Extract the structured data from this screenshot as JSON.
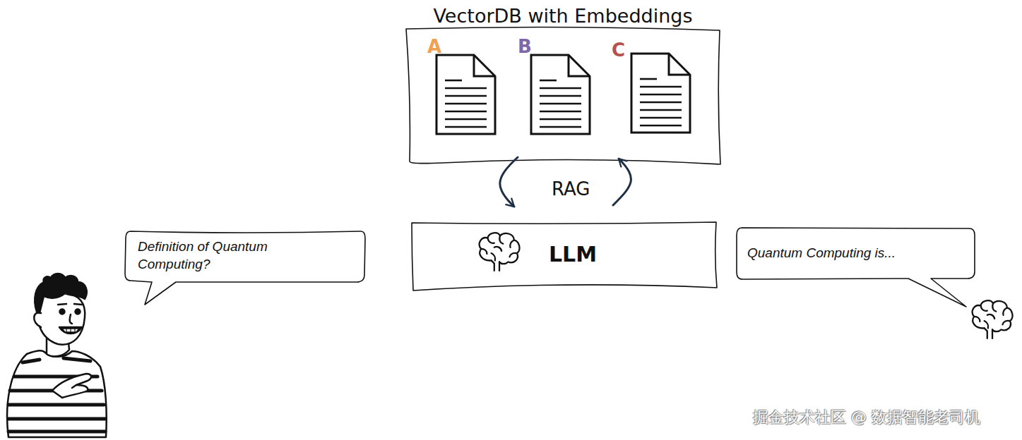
{
  "diagram": {
    "nodes": [
      {
        "text": [
          "VectorDB with Embeddings"
        ]
      },
      {
        "text": [
          "A"
        ],
        "in": 0
      },
      {
        "text": [
          "B"
        ],
        "in": 0
      },
      {
        "text": [
          "C"
        ],
        "in": 0
      },
      {
        "text": [
          "LLM"
        ]
      },
      {
        "text": [
          "Definition of Quantum Computing?"
        ]
      },
      {
        "text": [
          "Quantum Computing is..."
        ]
      }
    ],
    "edges": [
      {
        "from": 0,
        "to": 4,
        "arrow": "to"
      },
      {
        "from": 4,
        "to": 0,
        "arrow": "to"
      }
    ],
    "labels": [
      "RAG",
      "掘金技术社区 @ 数据智能老司机"
    ]
  }
}
